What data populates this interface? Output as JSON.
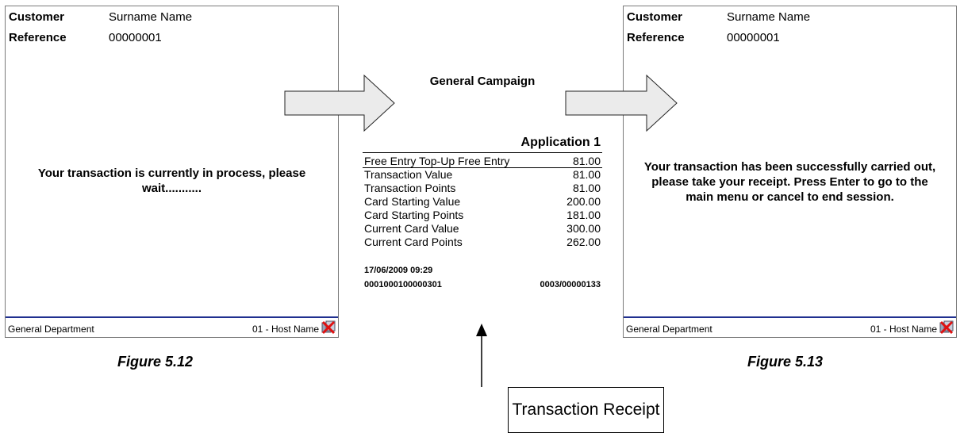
{
  "left_screen": {
    "customer_label": "Customer",
    "customer_value": "Surname Name",
    "reference_label": "Reference",
    "reference_value": "00000001",
    "message_line1": "Your transaction is currently in process, please",
    "message_line2": "wait...........",
    "footer_department": "General Department",
    "footer_host": "01 - Host Name",
    "footer_icon": "host-status-icon"
  },
  "right_screen": {
    "customer_label": "Customer",
    "customer_value": "Surname Name",
    "reference_label": "Reference",
    "reference_value": "00000001",
    "message_line1": "Your transaction has been successfully carried out,",
    "message_line2": "please take your receipt.  Press Enter to go to the",
    "message_line3": "main menu or cancel to end session.",
    "footer_department": "General Department",
    "footer_host": "01 - Host Name",
    "footer_icon": "host-status-icon"
  },
  "captions": {
    "left": "Figure 5.12",
    "right": "Figure 5.13"
  },
  "receipt": {
    "title": "General Campaign",
    "application": "Application 1",
    "rows": [
      {
        "label": "Free Entry Top-Up Free Entry",
        "value": "81.00"
      },
      {
        "label": "Transaction Value",
        "value": "81.00"
      },
      {
        "label": "Transaction Points",
        "value": "81.00"
      },
      {
        "label": "Card Starting Value",
        "value": "200.00"
      },
      {
        "label": "Card Starting Points",
        "value": "181.00"
      },
      {
        "label": "Current Card Value",
        "value": "300.00"
      },
      {
        "label": "Current Card Points",
        "value": "262.00"
      }
    ],
    "datetime": "17/06/2009 09:29",
    "card_number": "0001000100000301",
    "transaction_ref": "0003/00000133"
  },
  "receipt_label": "Transaction Receipt",
  "colors": {
    "footer_rule": "#1f2f8f",
    "screen_border": "#7a7a7a",
    "arrow_fill": "#ebebeb"
  }
}
